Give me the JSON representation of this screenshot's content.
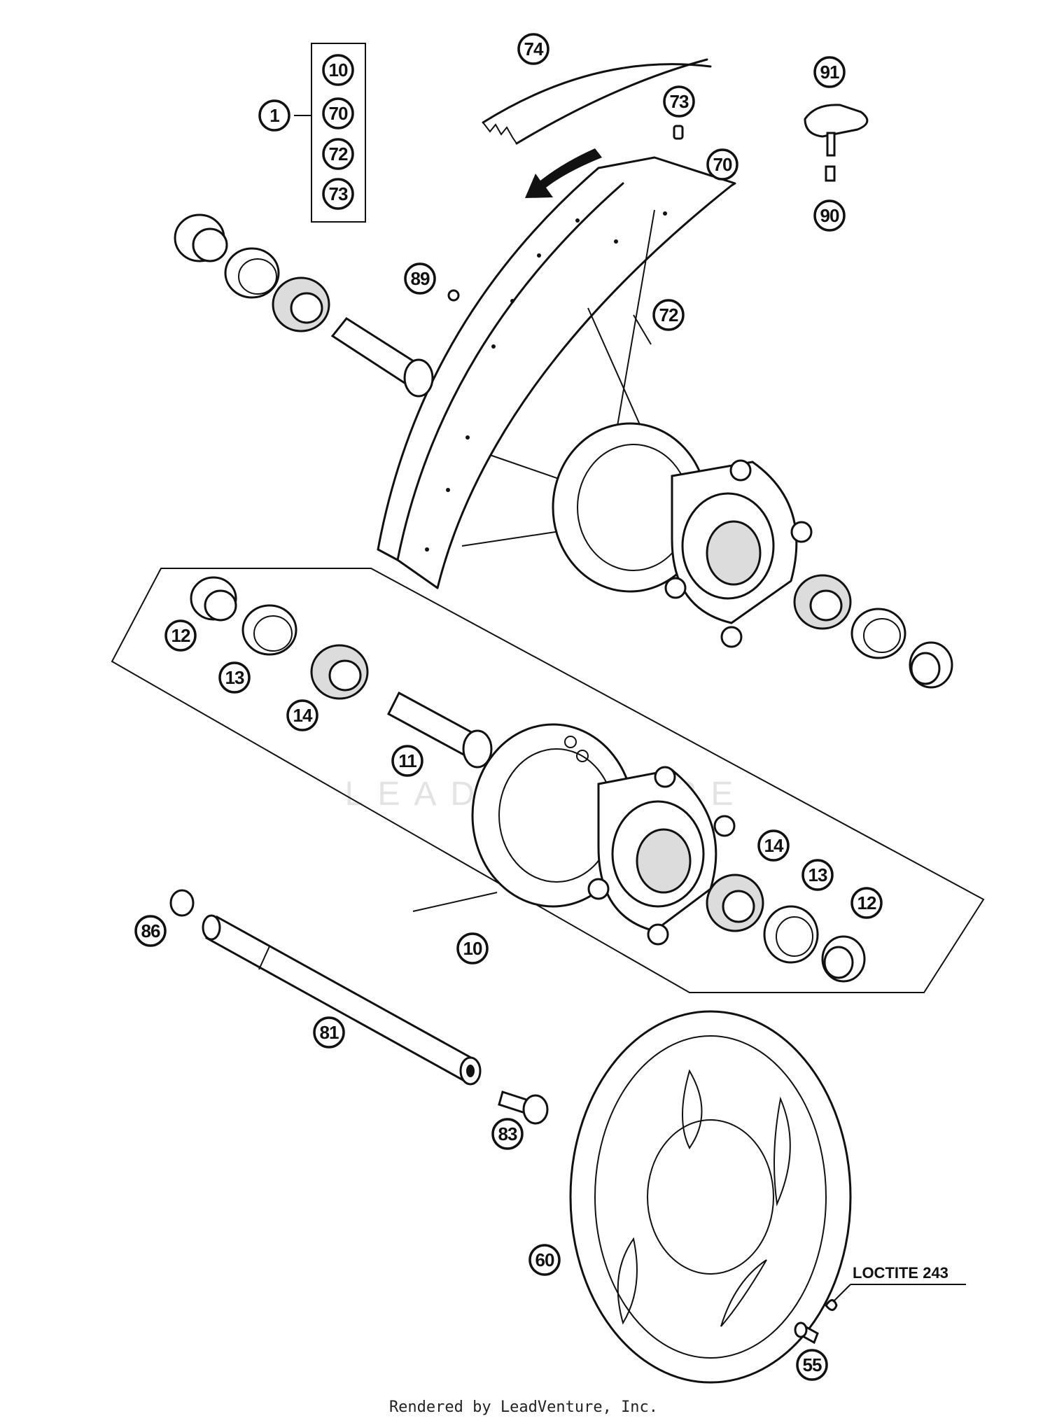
{
  "callouts": {
    "kit_main": "1",
    "kit_10": "10",
    "kit_70": "70",
    "kit_72": "72",
    "kit_73": "73",
    "rim_tape": "74",
    "nipple": "73",
    "rim": "70",
    "spoke": "72",
    "valve_cap": "91",
    "valve": "90",
    "nut_89": "89",
    "spacer_left": "12",
    "seal_left": "13",
    "bearing_left": "14",
    "sleeve": "11",
    "bearing_right": "14",
    "seal_right": "13",
    "spacer_right": "12",
    "hub": "10",
    "cap_86": "86",
    "axle": "81",
    "axle_bolt": "83",
    "brake_disc": "60",
    "disc_screw": "55"
  },
  "note": {
    "loctite": "LOCTITE 243"
  },
  "footer": {
    "rendered_by": "Rendered by LeadVenture, Inc."
  },
  "watermark": {
    "text": "LEADVENTURE"
  }
}
